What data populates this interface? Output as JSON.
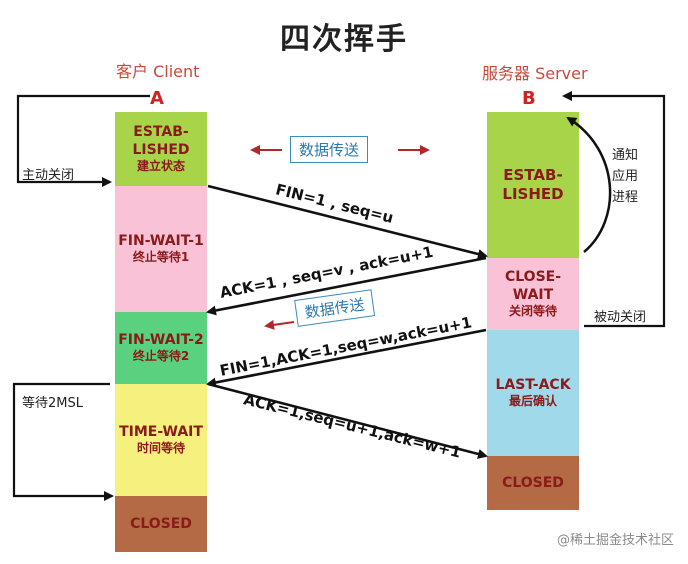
{
  "title": "四次挥手",
  "client": {
    "label": "客户 Client",
    "letter": "A"
  },
  "server": {
    "label": "服务器 Server",
    "letter": "B"
  },
  "client_states": [
    {
      "en": "ESTAB-\nLISHED",
      "zh": "建立状态",
      "color": "#a8d44a"
    },
    {
      "en": "FIN-WAIT-1",
      "zh": "终止等待1",
      "color": "#f9c2d6"
    },
    {
      "en": "FIN-WAIT-2",
      "zh": "终止等待2",
      "color": "#59d17e"
    },
    {
      "en": "TIME-WAIT",
      "zh": "时间等待",
      "color": "#f6f07e"
    },
    {
      "en": "CLOSED",
      "zh": "",
      "color": "#b36a45"
    }
  ],
  "server_states": [
    {
      "en": "ESTAB-\nLISHED",
      "zh": "",
      "color": "#a8d44a"
    },
    {
      "en": "CLOSE-WAIT",
      "zh": "关闭等待",
      "color": "#f9c2d6"
    },
    {
      "en": "LAST-ACK",
      "zh": "最后确认",
      "color": "#9fd9ea"
    },
    {
      "en": "CLOSED",
      "zh": "",
      "color": "#b36a45"
    }
  ],
  "messages": [
    {
      "text": "FIN=1 , seq=u"
    },
    {
      "text": "ACK=1 , seq=v , ack=u+1"
    },
    {
      "text": "FIN=1,ACK=1,seq=w,ack=u+1"
    },
    {
      "text": "ACK=1,seq=u+1,ack=w+1"
    }
  ],
  "notes": {
    "active_close": "主动关闭",
    "passive_close": "被动关闭",
    "notify_app": "通知\n应用\n进程",
    "wait_2msl": "等待2MSL"
  },
  "data_transfer_label": "数据传送",
  "watermark": "@稀土掘金技术社区"
}
